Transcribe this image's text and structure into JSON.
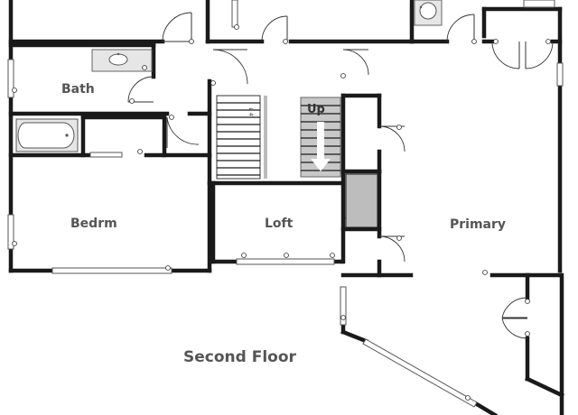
{
  "rooms": {
    "bath": "Bath",
    "bedroom": "Bedrm",
    "loft": "Loft",
    "primary": "Primary"
  },
  "stairs": {
    "direction_label": "Up",
    "height_note": "↓ 4′"
  },
  "floor_label": "Second Floor",
  "colors": {
    "wall": "#1a1a1a",
    "label": "#555555",
    "stair_fill": "#c8c8c8",
    "closet_fill": "#bdbdbd"
  }
}
